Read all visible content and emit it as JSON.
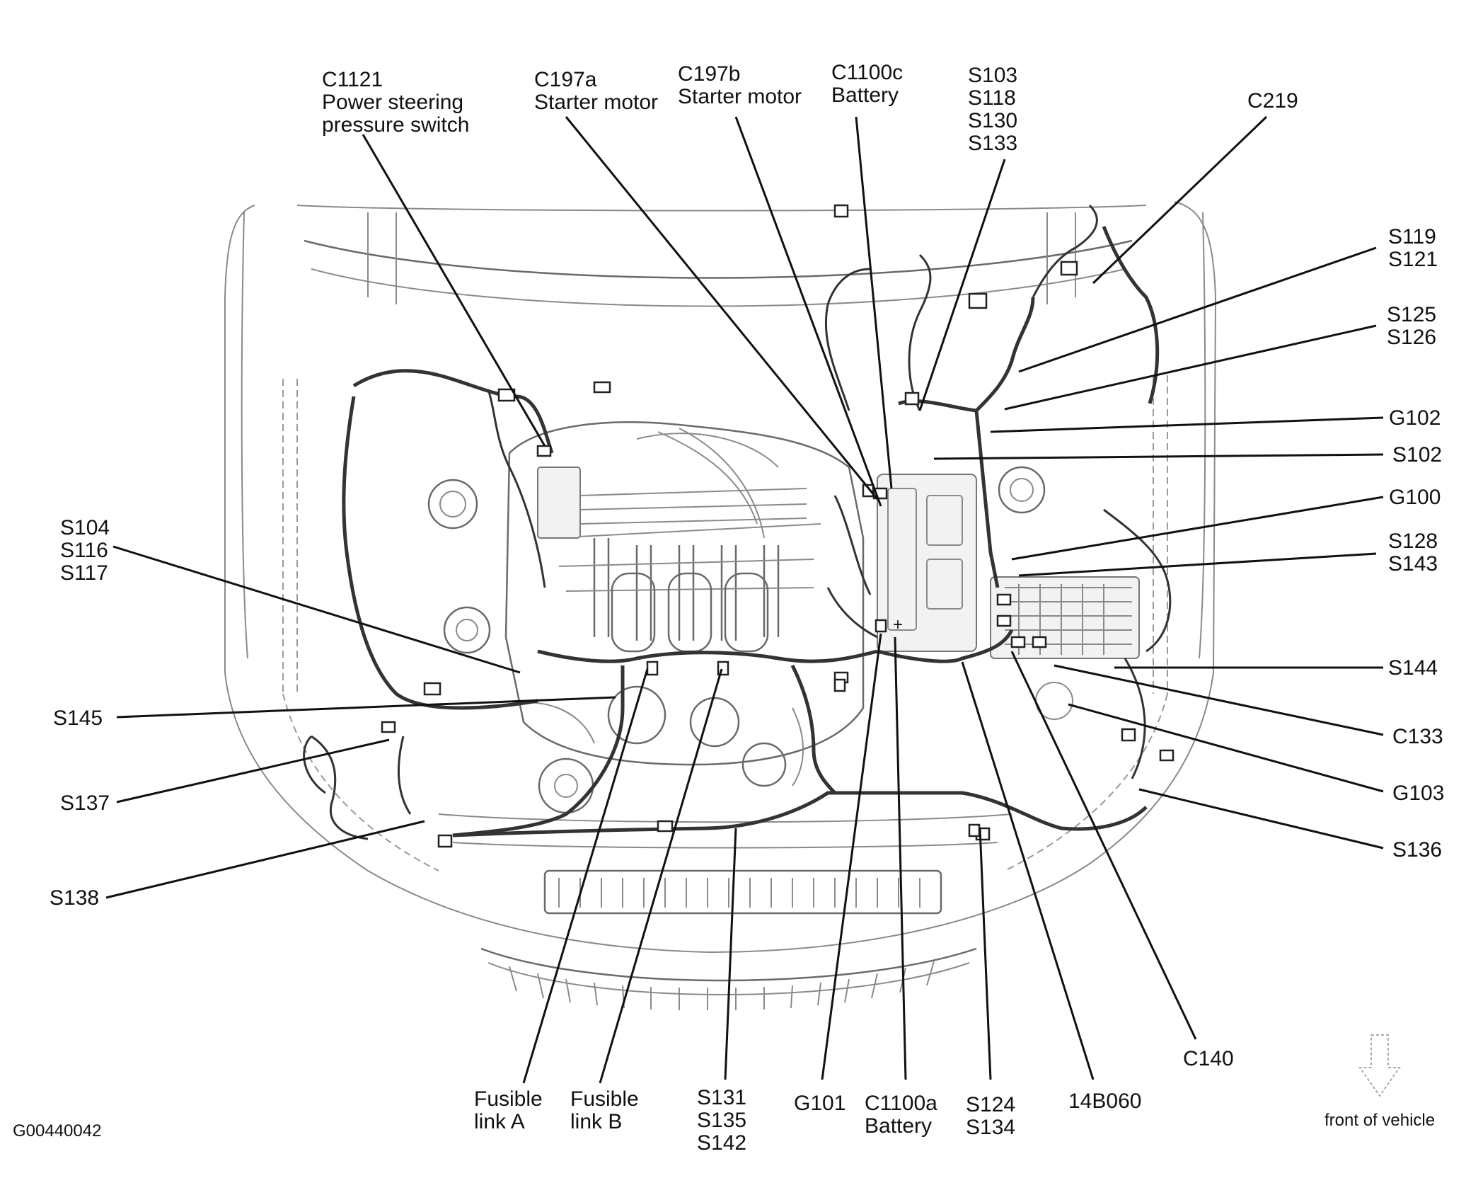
{
  "figure_id": "G00440042",
  "front_of_vehicle": "front of vehicle",
  "callouts": {
    "c1121": [
      "C1121",
      "Power steering",
      "pressure switch"
    ],
    "c197a": [
      "C197a",
      "Starter motor"
    ],
    "c197b": [
      "C197b",
      "Starter motor"
    ],
    "c1100c": [
      "C1100c",
      "Battery"
    ],
    "s103": [
      "S103",
      "S118",
      "S130",
      "S133"
    ],
    "c219": [
      "C219"
    ],
    "s119": [
      "S119",
      "S121"
    ],
    "s125": [
      "S125",
      "S126"
    ],
    "g102": [
      "G102"
    ],
    "s102": [
      "S102"
    ],
    "g100": [
      "G100"
    ],
    "s128": [
      "S128",
      "S143"
    ],
    "s144": [
      "S144"
    ],
    "c133": [
      "C133"
    ],
    "g103": [
      "G103"
    ],
    "s136": [
      "S136"
    ],
    "s104": [
      "S104",
      "S116",
      "S117"
    ],
    "s145": [
      "S145"
    ],
    "s137": [
      "S137"
    ],
    "s138": [
      "S138"
    ],
    "fusible_a": [
      "Fusible",
      "link A"
    ],
    "fusible_b": [
      "Fusible",
      "link B"
    ],
    "s131": [
      "S131",
      "S135",
      "S142"
    ],
    "g101": [
      "G101"
    ],
    "c1100a": [
      "C1100a",
      "Battery"
    ],
    "s124": [
      "S124",
      "S134"
    ],
    "b14b060": [
      "14B060"
    ],
    "c140": [
      "C140"
    ]
  }
}
